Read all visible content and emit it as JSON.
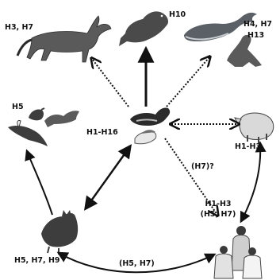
{
  "labels": {
    "horse": "H3, H7",
    "seal": "H10",
    "whale": "H4, H7",
    "sealion": "H13",
    "small_mammals": "H5",
    "wild_birds": "H1-H16",
    "pig": "H1-H3",
    "question": "(H7)?",
    "human_line1": "H1-H3",
    "human_line2": "(H5, H7)",
    "poultry": "H5, H7, H9",
    "bottom_arrow": "(H5, H7)"
  },
  "icons": [
    "horse",
    "seal",
    "whale",
    "sea-lion",
    "raptor",
    "bird",
    "marten",
    "duck",
    "gull",
    "pig",
    "rooster",
    "people-group"
  ],
  "colors": {
    "arrow": "#111111",
    "silhouette": "#4a4a4a",
    "pig": "#d9d9d9"
  }
}
